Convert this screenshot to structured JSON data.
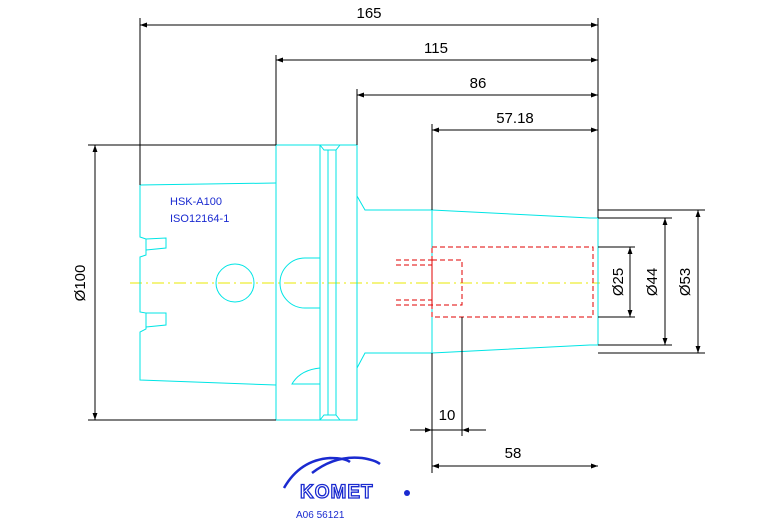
{
  "dimensions": {
    "overall_length": "165",
    "flange_to_end": "115",
    "shank_length": "86",
    "bore_depth": "57.18",
    "offset": "10",
    "front_length": "58",
    "flange_diameter": "Ø100",
    "bore_diameter": "Ø25",
    "front_diameter": "Ø44",
    "rear_shank_diameter": "Ø53"
  },
  "notes": {
    "interface": "HSK-A100",
    "standard": "ISO12164-1"
  },
  "brand": {
    "logo_text": "KOMET",
    "article_number": "A06 56121"
  },
  "colors": {
    "outline": "#00e5e5",
    "dimension": "#000000",
    "centerline": "#e8e800",
    "hidden": "#e00000",
    "note": "#1a2ad0"
  }
}
